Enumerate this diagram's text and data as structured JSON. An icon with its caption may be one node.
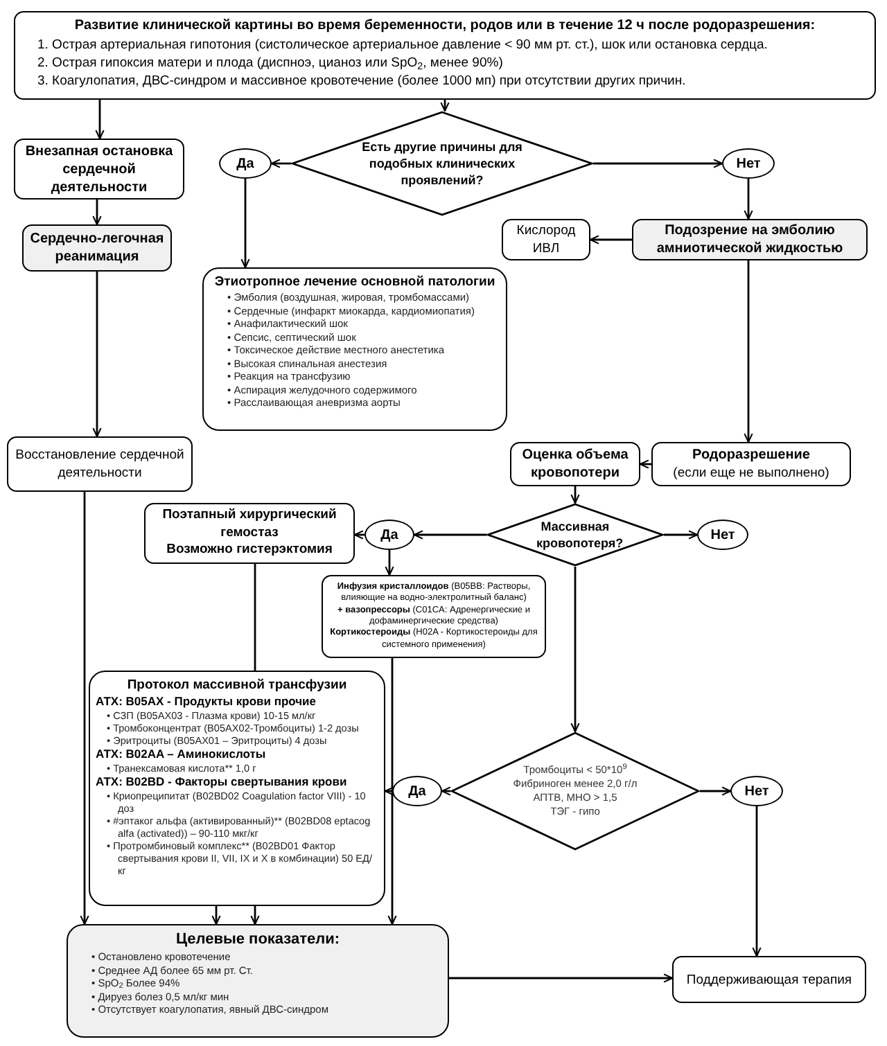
{
  "diagram": {
    "nodes": [
      {
        "text": [
          "Развитие клинической картины во время беременности, родов или в течение 12 ч после родоразрешения:",
          "1. Острая артериальная гипотония (систолическое артериальное давление < 90 мм рт. ст.), шок или остановка сердца.",
          "2. Острая гипоксия матери и плода (диспноэ, цианоз или SpO$_{2}$, менее 90%)",
          "3.  Коагулопатия, ДВС-синдром и массивное кровотечение (более 1000 мп) при отсутствии других причин."
        ]
      },
      {
        "text": [
          "Внезапная остановка сердечной деятельности"
        ]
      },
      {
        "text": [
          "Есть другие причины для подобных клинических проявлений?"
        ]
      },
      {
        "text": [
          "Да"
        ]
      },
      {
        "text": [
          "Нет"
        ]
      },
      {
        "text": [
          "Сердечно-легочная реанимация"
        ]
      },
      {
        "text": [
          "Кислород ИВЛ"
        ]
      },
      {
        "text": [
          "Подозрение на эмболию амниотической жидкостью"
        ]
      },
      {
        "text": [
          "Этиотропное лечение основной патологии",
          "• Эмболия (воздушная, жировая, тромбомассами)",
          "• Сердечные (инфаркт миокарда, кардиомиопатия)",
          "• Анафилактический шок",
          "• Сепсис, септический шок",
          "• Токсическое действие местного анестетика",
          "• Высокая спинальная анестезия",
          "• Реакция на трансфузию",
          "• Аспирация желудочного содержимого",
          "• Расслаивающая аневризма аорты"
        ]
      },
      {
        "text": [
          "Восстановление сердечной деятельности"
        ]
      },
      {
        "text": [
          "Оценка объема кровопотери"
        ]
      },
      {
        "text": [
          "Родоразрешение",
          "(если еще не выполнено)"
        ]
      },
      {
        "text": [
          "Поэтапный хирургический гемостаз",
          "Возможно гистерэктомия"
        ]
      },
      {
        "text": [
          "Да"
        ]
      },
      {
        "text": [
          "Массивная кровопотеря?"
        ]
      },
      {
        "text": [
          "Нет"
        ]
      },
      {
        "text": [
          "**Инфузия кристаллоидов** (B05BB: Растворы, влияющие на водно-электролитный баланс)",
          "**+ вазопрессоры** (C01CA: Адренергические и дофаминергические средства)",
          "**Кортикостероиды** (H02A - Кортикостероиды для системного применения)"
        ]
      },
      {
        "text": [
          "Протокол массивной трансфузии",
          "АТХ: B05AX - Продукты крови прочие",
          "• СЗП (B05AX03 - Плазма крови) 10-15 мл/кг",
          "• Тромбоконцентрат  (B05AX02-Тромбоциты) 1-2 дозы",
          "• Эритроциты (B05AX01 – Эритроциты) 4 дозы",
          "АТХ: B02AA – Аминокислоты",
          "• Транексамовая кислота** 1,0 г",
          "АТХ: B02BD - Факторы свертывания крови",
          "• Криопреципитат (B02BD02 Coagulation factor VIII) - 10 доз",
          "• #эптаког альфа (активированный)** (B02BD08 eptacog alfa (activated)) – 90-110 мкг/кг",
          "• Протромбиновый комплекс** (B02BD01 Фактор свертывания крови II, VII, IX и X в комбинации)  50 ЕД/кг"
        ]
      },
      {
        "text": [
          "Да"
        ]
      },
      {
        "text": [
          "Тромбоциты < 50*10$^{9}$",
          "Фибриноген менее 2,0 г/л",
          "АПТВ, МНО > 1,5",
          "ТЭГ - гипо"
        ]
      },
      {
        "text": [
          "Нет"
        ]
      },
      {
        "text": [
          "Целевые показатели:",
          "• Остановлено кровотечение",
          "• Среднее АД более 65 мм рт. Ст.",
          "• SpO$_{2}$ Более 94%",
          "• Дируез болез 0,5 мл/кг мин",
          "• Отсутствует коагулопатия, явный ДВС-синдром"
        ]
      },
      {
        "text": [
          "Поддерживающая терапия"
        ]
      }
    ],
    "edges": [
      {
        "from": 0,
        "to": 1,
        "arrow": "to"
      },
      {
        "from": 0,
        "to": 2,
        "arrow": "to"
      },
      {
        "from": 2,
        "to": 3,
        "arrow": "to"
      },
      {
        "from": 2,
        "to": 4,
        "arrow": "to"
      },
      {
        "from": 1,
        "to": 5,
        "arrow": "to"
      },
      {
        "from": 3,
        "to": 8,
        "arrow": "to"
      },
      {
        "from": 4,
        "to": 7,
        "arrow": "to"
      },
      {
        "from": 7,
        "to": 6,
        "arrow": "to"
      },
      {
        "from": 5,
        "to": 9,
        "arrow": "to"
      },
      {
        "from": 7,
        "to": 11,
        "arrow": "to"
      },
      {
        "from": 11,
        "to": 10,
        "arrow": "to"
      },
      {
        "from": 10,
        "to": 14,
        "arrow": "to"
      },
      {
        "from": 14,
        "to": 13,
        "arrow": "to"
      },
      {
        "from": 14,
        "to": 15,
        "arrow": "to"
      },
      {
        "from": 13,
        "to": 12,
        "arrow": "to"
      },
      {
        "from": 13,
        "to": 16,
        "arrow": "to"
      },
      {
        "from": 12,
        "to": 17,
        "arrow": "none"
      },
      {
        "from": 9,
        "to": 21,
        "arrow": "to"
      },
      {
        "from": 17,
        "to": 21,
        "arrow": "to"
      },
      {
        "from": 17,
        "to": 21,
        "arrow": "to"
      },
      {
        "from": 16,
        "to": 21,
        "arrow": "to"
      },
      {
        "from": 14,
        "to": 19,
        "arrow": "to"
      },
      {
        "from": 19,
        "to": 18,
        "arrow": "to"
      },
      {
        "from": 18,
        "to": 17,
        "arrow": "to"
      },
      {
        "from": 19,
        "to": 20,
        "arrow": "to"
      },
      {
        "from": 20,
        "to": 22,
        "arrow": "to"
      },
      {
        "from": 21,
        "to": 22,
        "arrow": "to"
      }
    ]
  }
}
